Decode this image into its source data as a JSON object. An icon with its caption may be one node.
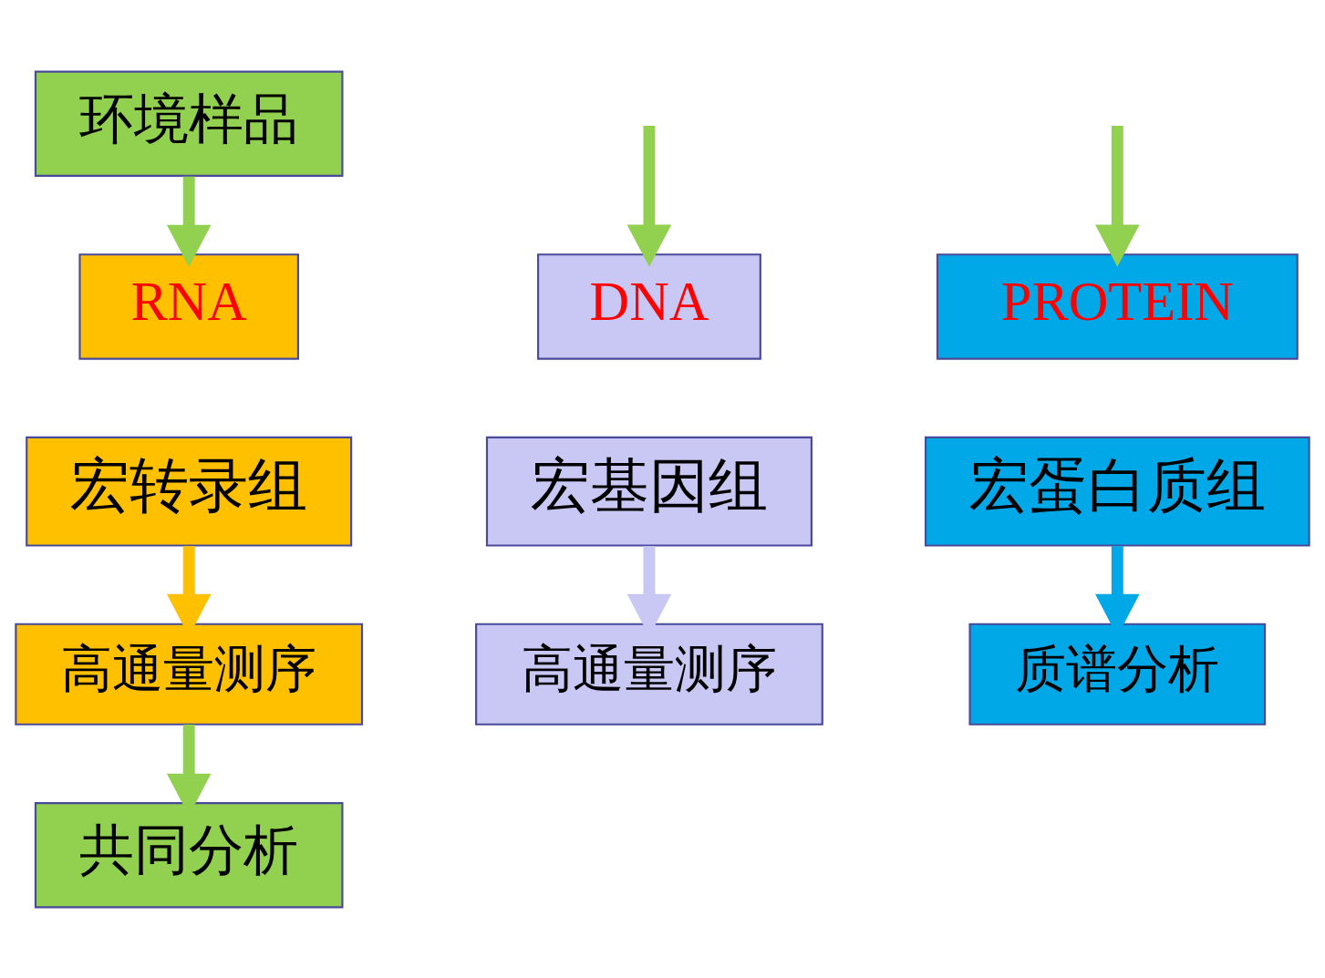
{
  "diagram": {
    "nodes": [
      {
        "text": [
          "环境样品"
        ]
      },
      {
        "text": [
          "DNA"
        ]
      },
      {
        "text": [
          "宏基因组"
        ]
      },
      {
        "text": [
          "高通量测序"
        ]
      },
      {
        "text": [
          "RNA"
        ]
      },
      {
        "text": [
          "宏转录组"
        ]
      },
      {
        "text": [
          "高通量测序"
        ]
      },
      {
        "text": [
          "PROTEIN"
        ]
      },
      {
        "text": [
          "宏蛋白质组"
        ]
      },
      {
        "text": [
          "质谱分析"
        ]
      },
      {
        "text": [
          "共同分析"
        ]
      }
    ],
    "edges": [
      {
        "from": null,
        "to": 1,
        "arrow": "to"
      },
      {
        "from": 0,
        "to": 4,
        "arrow": "to"
      },
      {
        "from": null,
        "to": 7,
        "arrow": "to"
      },
      {
        "from": 2,
        "to": 3,
        "arrow": "to",
        "color": "#c9c8f5"
      },
      {
        "from": 5,
        "to": 6,
        "arrow": "to",
        "color": "#ffc000"
      },
      {
        "from": 8,
        "to": 9,
        "arrow": "to",
        "color": "#00a8e8"
      },
      {
        "from": 6,
        "to": 10,
        "arrow": "to"
      }
    ]
  }
}
